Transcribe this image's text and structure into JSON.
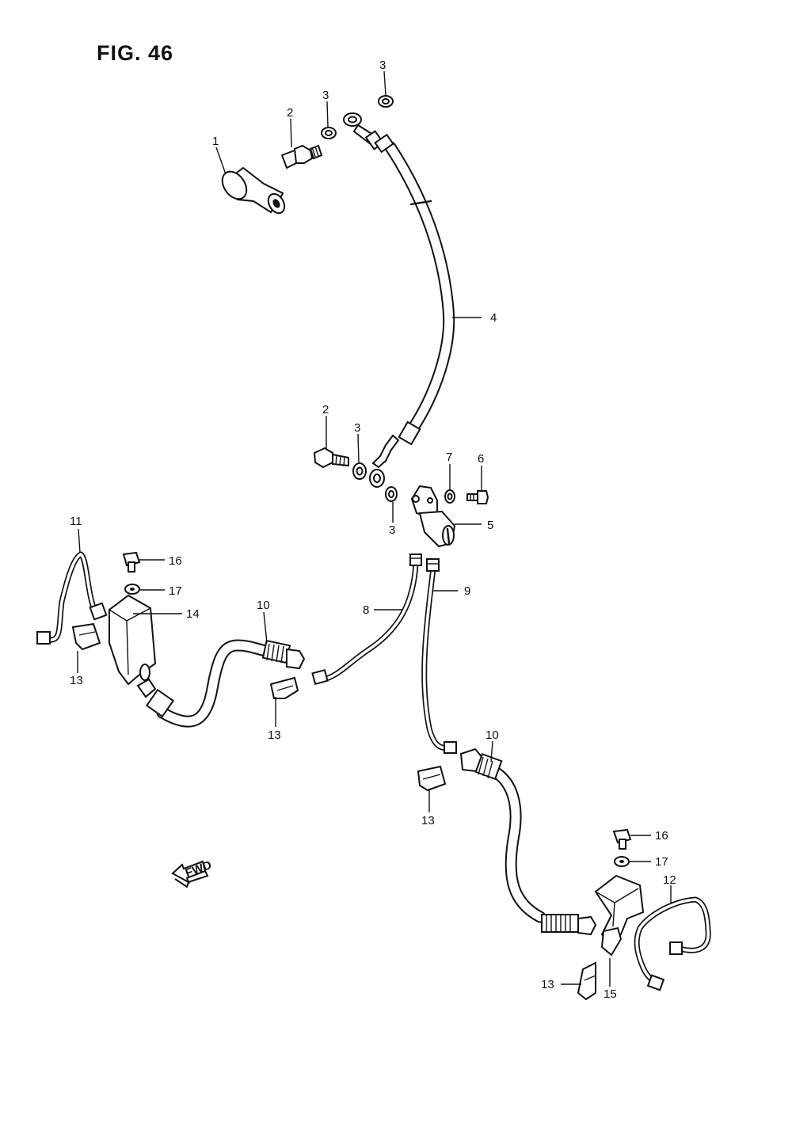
{
  "figure": {
    "title": "FIG. 46"
  },
  "fwd_label": "FWD",
  "callouts": {
    "c1": "1",
    "c2a": "2",
    "c2b": "2",
    "c3a": "3",
    "c3b": "3",
    "c3c": "3",
    "c3d": "3",
    "c4": "4",
    "c5": "5",
    "c6": "6",
    "c7": "7",
    "c8": "8",
    "c9": "9",
    "c10a": "10",
    "c10b": "10",
    "c11": "11",
    "c12": "12",
    "c13a": "13",
    "c13b": "13",
    "c13c": "13",
    "c13d": "13",
    "c14": "14",
    "c15": "15",
    "c16a": "16",
    "c16b": "16",
    "c17a": "17",
    "c17b": "17"
  }
}
